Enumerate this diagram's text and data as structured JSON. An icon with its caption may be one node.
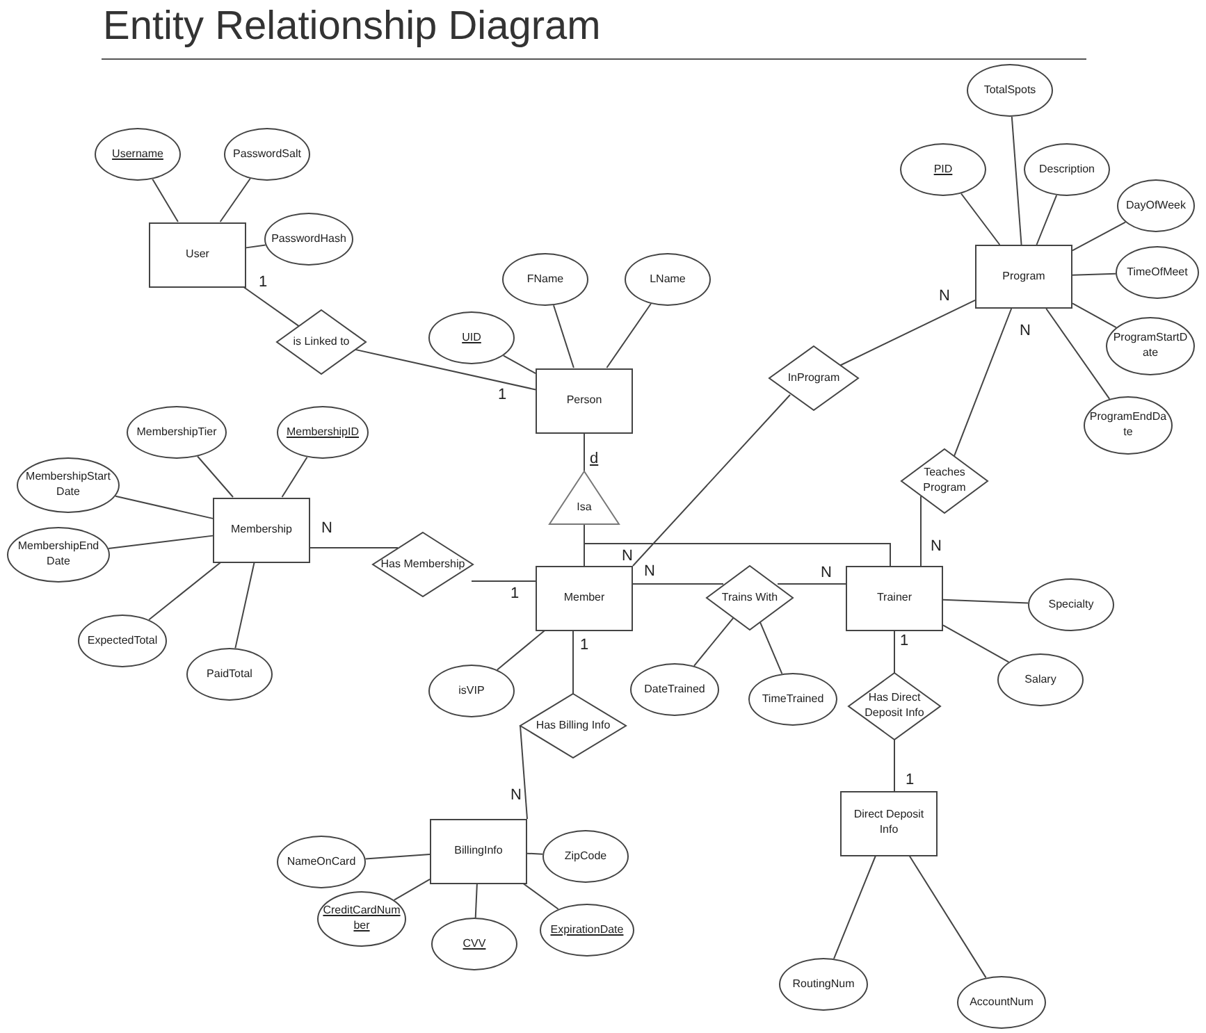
{
  "diagram": {
    "title": "Entity Relationship Diagram",
    "nodes": [
      {
        "text": [
          "User"
        ]
      },
      {
        "text": [
          "Username"
        ]
      },
      {
        "text": [
          "PasswordSalt"
        ]
      },
      {
        "text": [
          "PasswordHash"
        ]
      },
      {
        "text": [
          "is Linked to"
        ]
      },
      {
        "text": [
          "Person"
        ]
      },
      {
        "text": [
          "UID"
        ]
      },
      {
        "text": [
          "FName"
        ]
      },
      {
        "text": [
          "LName"
        ]
      },
      {
        "text": [
          "Isa"
        ]
      },
      {
        "text": [
          "Program"
        ]
      },
      {
        "text": [
          "TotalSpots"
        ]
      },
      {
        "text": [
          "PID"
        ]
      },
      {
        "text": [
          "Description"
        ]
      },
      {
        "text": [
          "DayOfWeek"
        ]
      },
      {
        "text": [
          "TimeOfMeet"
        ]
      },
      {
        "text": [
          "ProgramStartDate"
        ]
      },
      {
        "text": [
          "ProgramEndDate"
        ]
      },
      {
        "text": [
          "InProgram"
        ]
      },
      {
        "text": [
          "Teaches Program"
        ]
      },
      {
        "text": [
          "Membership"
        ]
      },
      {
        "text": [
          "MembershipTier"
        ]
      },
      {
        "text": [
          "MembershipID"
        ]
      },
      {
        "text": [
          "MembershipStart Date"
        ]
      },
      {
        "text": [
          "MembershipEnd Date"
        ]
      },
      {
        "text": [
          "ExpectedTotal"
        ]
      },
      {
        "text": [
          "PaidTotal"
        ]
      },
      {
        "text": [
          "Has Membership"
        ]
      },
      {
        "text": [
          "Member"
        ]
      },
      {
        "text": [
          "isVIP"
        ]
      },
      {
        "text": [
          "Trains With"
        ]
      },
      {
        "text": [
          "DateTrained"
        ]
      },
      {
        "text": [
          "TimeTrained"
        ]
      },
      {
        "text": [
          "Trainer"
        ]
      },
      {
        "text": [
          "Specialty"
        ]
      },
      {
        "text": [
          "Salary"
        ]
      },
      {
        "text": [
          "Has Direct Deposit Info"
        ]
      },
      {
        "text": [
          "Has Billing Info"
        ]
      },
      {
        "text": [
          "BillingInfo"
        ]
      },
      {
        "text": [
          "NameOnCard"
        ]
      },
      {
        "text": [
          "ZipCode"
        ]
      },
      {
        "text": [
          "CreditCardNumber"
        ]
      },
      {
        "text": [
          "CVV"
        ]
      },
      {
        "text": [
          "ExpirationDate"
        ]
      },
      {
        "text": [
          "Direct Deposit Info"
        ]
      },
      {
        "text": [
          "RoutingNum"
        ]
      },
      {
        "text": [
          "AccountNum"
        ]
      }
    ],
    "edges": [
      {
        "from": 0,
        "to": 1,
        "arrow": "none"
      },
      {
        "from": 0,
        "to": 2,
        "arrow": "none"
      },
      {
        "from": 0,
        "to": 3,
        "arrow": "none"
      },
      {
        "from": 5,
        "to": 6,
        "arrow": "none"
      },
      {
        "from": 5,
        "to": 7,
        "arrow": "none"
      },
      {
        "from": 5,
        "to": 8,
        "arrow": "none"
      },
      {
        "from": 10,
        "to": 11,
        "arrow": "none"
      },
      {
        "from": 10,
        "to": 12,
        "arrow": "none"
      },
      {
        "from": 10,
        "to": 13,
        "arrow": "none"
      },
      {
        "from": 10,
        "to": 14,
        "arrow": "none"
      },
      {
        "from": 10,
        "to": 15,
        "arrow": "none"
      },
      {
        "from": 10,
        "to": 16,
        "arrow": "none"
      },
      {
        "from": 10,
        "to": 17,
        "arrow": "none"
      },
      {
        "from": 20,
        "to": 21,
        "arrow": "none"
      },
      {
        "from": 20,
        "to": 22,
        "arrow": "none"
      },
      {
        "from": 20,
        "to": 23,
        "arrow": "none"
      },
      {
        "from": 20,
        "to": 24,
        "arrow": "none"
      },
      {
        "from": 20,
        "to": 25,
        "arrow": "none"
      },
      {
        "from": 20,
        "to": 26,
        "arrow": "none"
      },
      {
        "from": 28,
        "to": 29,
        "arrow": "none"
      },
      {
        "from": 30,
        "to": 31,
        "arrow": "none"
      },
      {
        "from": 30,
        "to": 32,
        "arrow": "none"
      },
      {
        "from": 33,
        "to": 34,
        "arrow": "none"
      },
      {
        "from": 33,
        "to": 35,
        "arrow": "none"
      },
      {
        "from": 38,
        "to": 39,
        "arrow": "none"
      },
      {
        "from": 38,
        "to": 40,
        "arrow": "none"
      },
      {
        "from": 38,
        "to": 41,
        "arrow": "none"
      },
      {
        "from": 38,
        "to": 42,
        "arrow": "none"
      },
      {
        "from": 38,
        "to": 43,
        "arrow": "none"
      },
      {
        "from": 44,
        "to": 45,
        "arrow": "none"
      },
      {
        "from": 44,
        "to": 46,
        "arrow": "none"
      },
      {
        "from": 0,
        "to": 4,
        "arrow": "none"
      },
      {
        "from": 4,
        "to": 5,
        "arrow": "none"
      },
      {
        "from": 5,
        "to": 9,
        "arrow": "none"
      },
      {
        "from": 9,
        "to": 28,
        "arrow": "none"
      },
      {
        "from": 9,
        "to": 33,
        "arrow": "none"
      },
      {
        "from": 10,
        "to": 18,
        "arrow": "none"
      },
      {
        "from": 18,
        "to": 28,
        "arrow": "none"
      },
      {
        "from": 10,
        "to": 19,
        "arrow": "none"
      },
      {
        "from": 19,
        "to": 33,
        "arrow": "none"
      },
      {
        "from": 20,
        "to": 27,
        "arrow": "none"
      },
      {
        "from": 27,
        "to": 28,
        "arrow": "none"
      },
      {
        "from": 28,
        "to": 30,
        "arrow": "none"
      },
      {
        "from": 30,
        "to": 33,
        "arrow": "none"
      },
      {
        "from": 33,
        "to": 36,
        "arrow": "none"
      },
      {
        "from": 36,
        "to": 44,
        "arrow": "none"
      },
      {
        "from": 28,
        "to": 37,
        "arrow": "none"
      },
      {
        "from": 37,
        "to": 38,
        "arrow": "none"
      }
    ],
    "labels": [
      "1",
      "1",
      "N",
      "N",
      "d",
      "N",
      "N",
      "N",
      "N",
      "N",
      "1",
      "1",
      "1",
      "1",
      "N"
    ]
  }
}
